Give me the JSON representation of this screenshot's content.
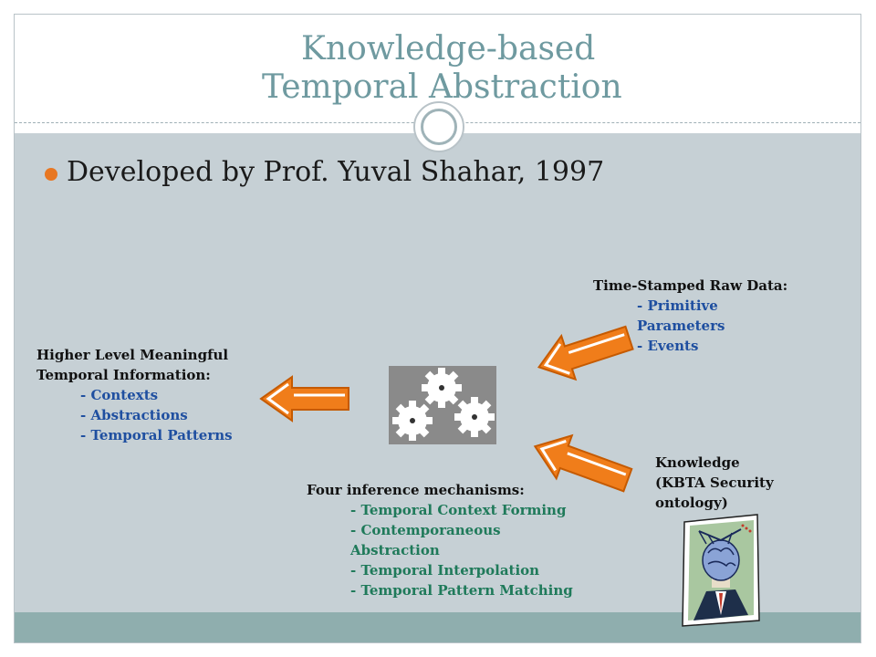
{
  "slide": {
    "title_line1": "Knowledge-based",
    "title_line2": "Temporal Abstraction",
    "bullet": "Developed by Prof. Yuval Shahar, 1997"
  },
  "diagram": {
    "raw_data": {
      "heading": "Time-Stamped Raw Data:",
      "items": [
        "- Primitive",
        "Parameters",
        "- Events"
      ]
    },
    "output": {
      "heading_line1": "Higher Level Meaningful",
      "heading_line2": "Temporal Information:",
      "items": [
        "- Contexts",
        "- Abstractions",
        "- Temporal Patterns"
      ]
    },
    "knowledge": {
      "lines": [
        "Knowledge",
        "(KBTA Security",
        "ontology)"
      ]
    },
    "inference": {
      "heading": "Four inference mechanisms:",
      "items": [
        "- Temporal Context Forming",
        "- Contemporaneous",
        "Abstraction",
        "- Temporal Interpolation",
        "- Temporal Pattern Matching"
      ]
    }
  },
  "icons": {
    "gears": "gears-icon",
    "arrows": "orange-arrow-icon",
    "knowledge_image": "brain-figure-icon"
  },
  "colors": {
    "accent_orange": "#e87722",
    "title_color": "#6f9aa0",
    "content_bg": "#c6d0d5",
    "footer_band": "#8faeae",
    "blue_text": "#1f4fa0",
    "green_text": "#1f7a5a"
  }
}
